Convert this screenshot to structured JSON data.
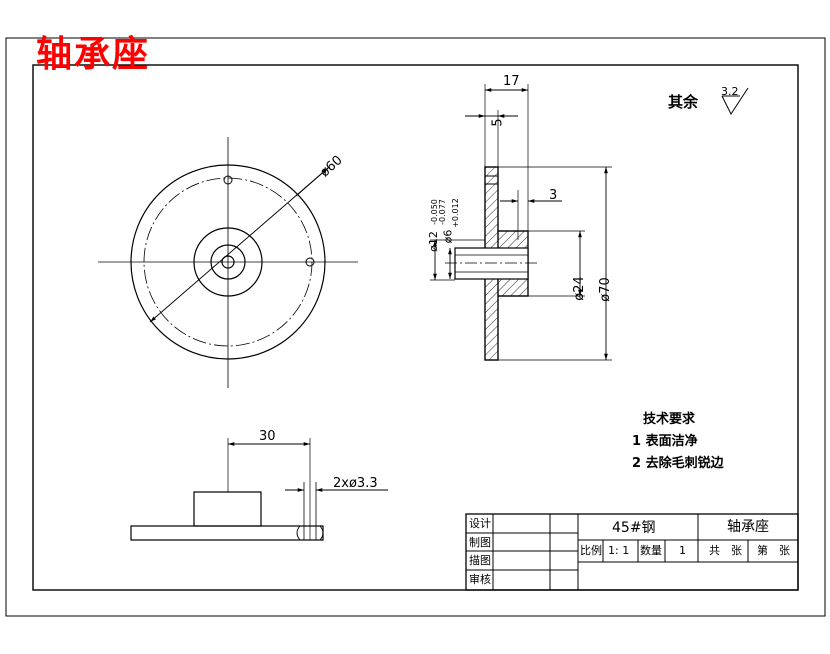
{
  "title": "轴承座",
  "surface_finish": {
    "label": "其余",
    "value": "3.2"
  },
  "dimensions": {
    "front_diameter": "ø60",
    "side_width": "17",
    "side_step": "5",
    "side_hole_depth": "3",
    "side_bore_outer": "ø12",
    "side_bore_outer_tol_upper": "-0.050",
    "side_bore_outer_tol_lower": "-0.077",
    "side_bore_inner": "ø6",
    "side_bore_inner_tol": "+0.012",
    "side_hub": "ø24",
    "side_outer": "ø70",
    "top_width": "30",
    "top_holes": "2xø3.3"
  },
  "tech_requirements": {
    "heading": "技术要求",
    "items": [
      "1 表面洁净",
      "2 去除毛刺锐边"
    ]
  },
  "title_block": {
    "rows": [
      "设计",
      "制图",
      "描图",
      "审核"
    ],
    "material": "45#钢",
    "part_name": "轴承座",
    "scale_label": "比例",
    "scale_value": "1: 1",
    "qty_label": "数量",
    "qty_value": "1",
    "sheets_total": "共　张",
    "sheet_no": "第　张"
  }
}
